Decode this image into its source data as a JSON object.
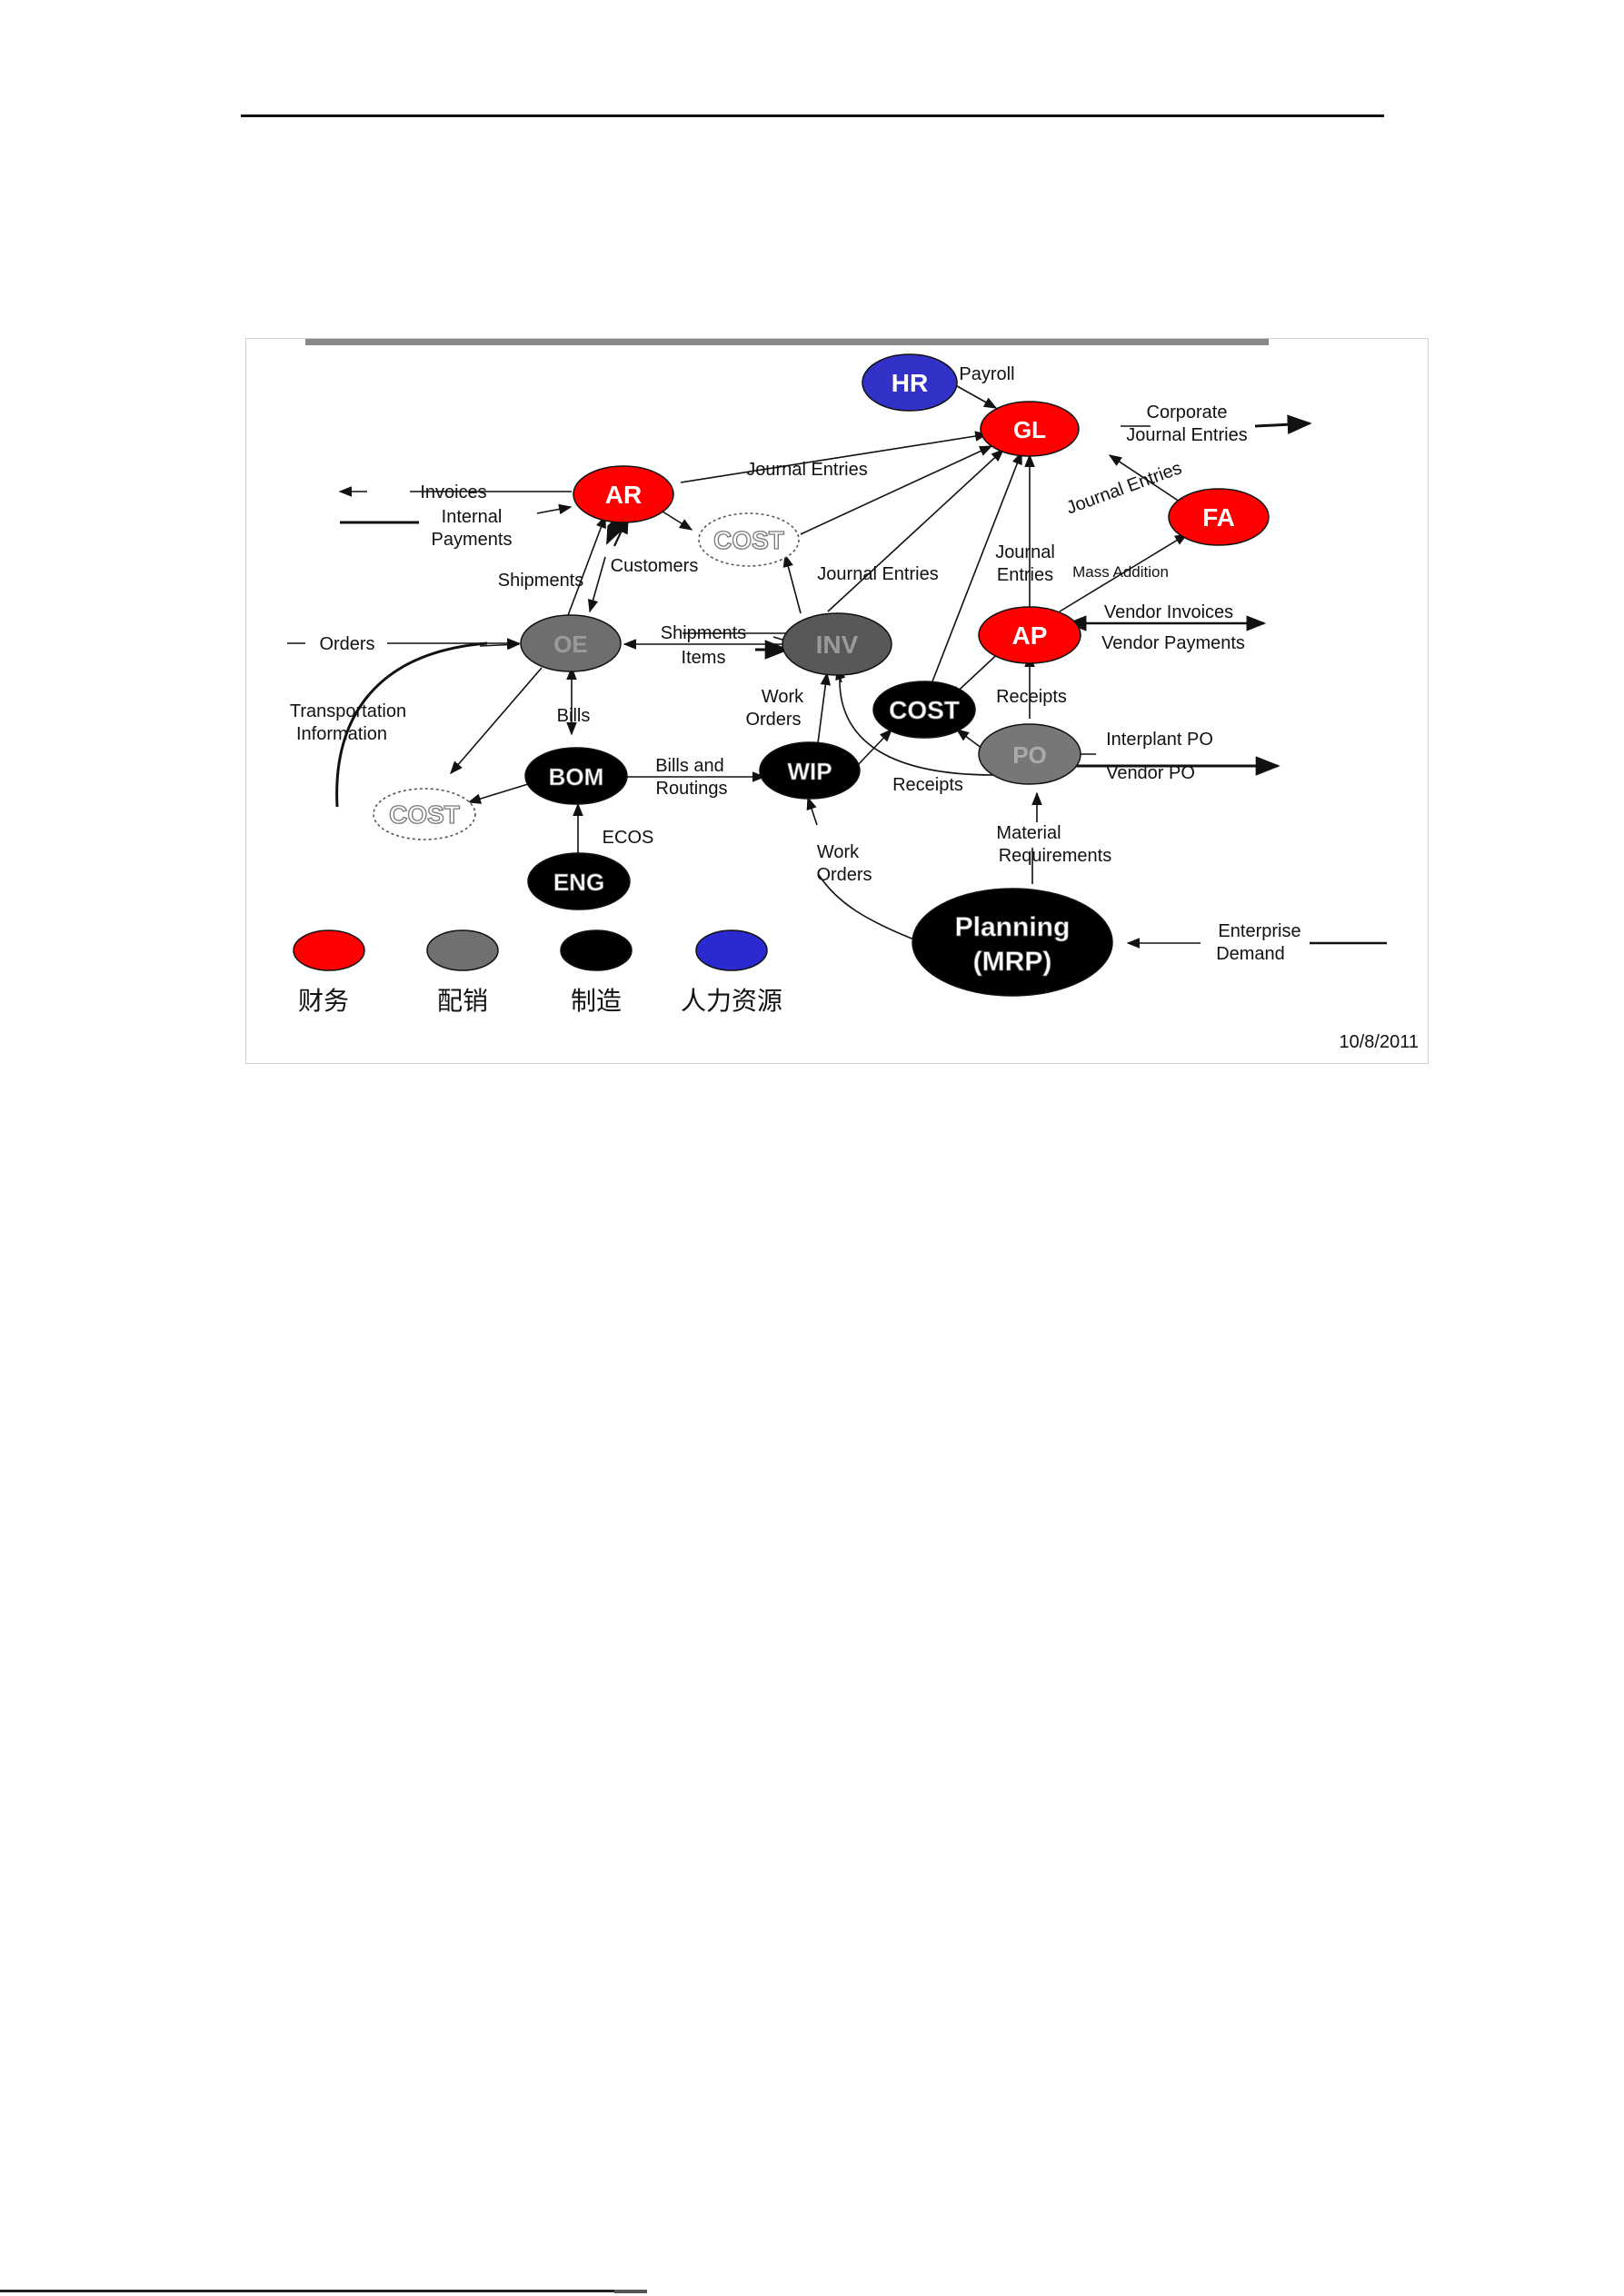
{
  "nodes": {
    "hr": "HR",
    "gl": "GL",
    "ar": "AR",
    "fa": "FA",
    "cost_top": "COST",
    "oe": "OE",
    "inv": "INV",
    "ap": "AP",
    "cost_mid": "COST",
    "po": "PO",
    "wip": "WIP",
    "bom": "BOM",
    "cost_bottom": "COST",
    "eng": "ENG",
    "planning_line1": "Planning",
    "planning_line2": "(MRP)"
  },
  "labels": {
    "payroll": "Payroll",
    "corporate_line1": "Corporate",
    "corporate_line2": "Journal Entries",
    "journal_entries_ar": "Journal Entries",
    "journal_entries_fa": "Journal Entries",
    "invoices": "Invoices",
    "internal_line1": "Internal",
    "internal_line2": "Payments",
    "shipments_ar": "Shipments",
    "customers": "Customers",
    "journal_entries_inv": "Journal Entries",
    "journal_line1_ap": "Journal",
    "entries_line2_ap": "Entries",
    "mass_addition": "Mass Addition",
    "vendor_invoices": "Vendor Invoices",
    "vendor_payments": "Vendor Payments",
    "orders": "Orders",
    "shipments_inv": "Shipments",
    "items": "Items",
    "transportation_line1": "Transportation",
    "transportation_line2": "Information",
    "bills": "Bills",
    "work_orders_wip_line1": "Work",
    "work_orders_wip_line2": "Orders",
    "receipts_ap": "Receipts",
    "interplant_po": "Interplant PO",
    "vendor_po": "Vendor PO",
    "bills_routings_line1": "Bills and",
    "bills_routings_line2": "Routings",
    "receipts_po": "Receipts",
    "ecos": "ECOS",
    "work_orders_mrp_line1": "Work",
    "work_orders_mrp_line2": "Orders",
    "material_line1": "Material",
    "material_line2": "Requirements",
    "enterprise_line1": "Enterprise",
    "enterprise_line2": "Demand"
  },
  "legend": [
    {
      "label": "财务",
      "color": "#ff0000"
    },
    {
      "label": "配销",
      "color": "#707070"
    },
    {
      "label": "制造",
      "color": "#000000"
    },
    {
      "label": "人力资源",
      "color": "#2a2ad0"
    }
  ],
  "date": "10/8/2011"
}
